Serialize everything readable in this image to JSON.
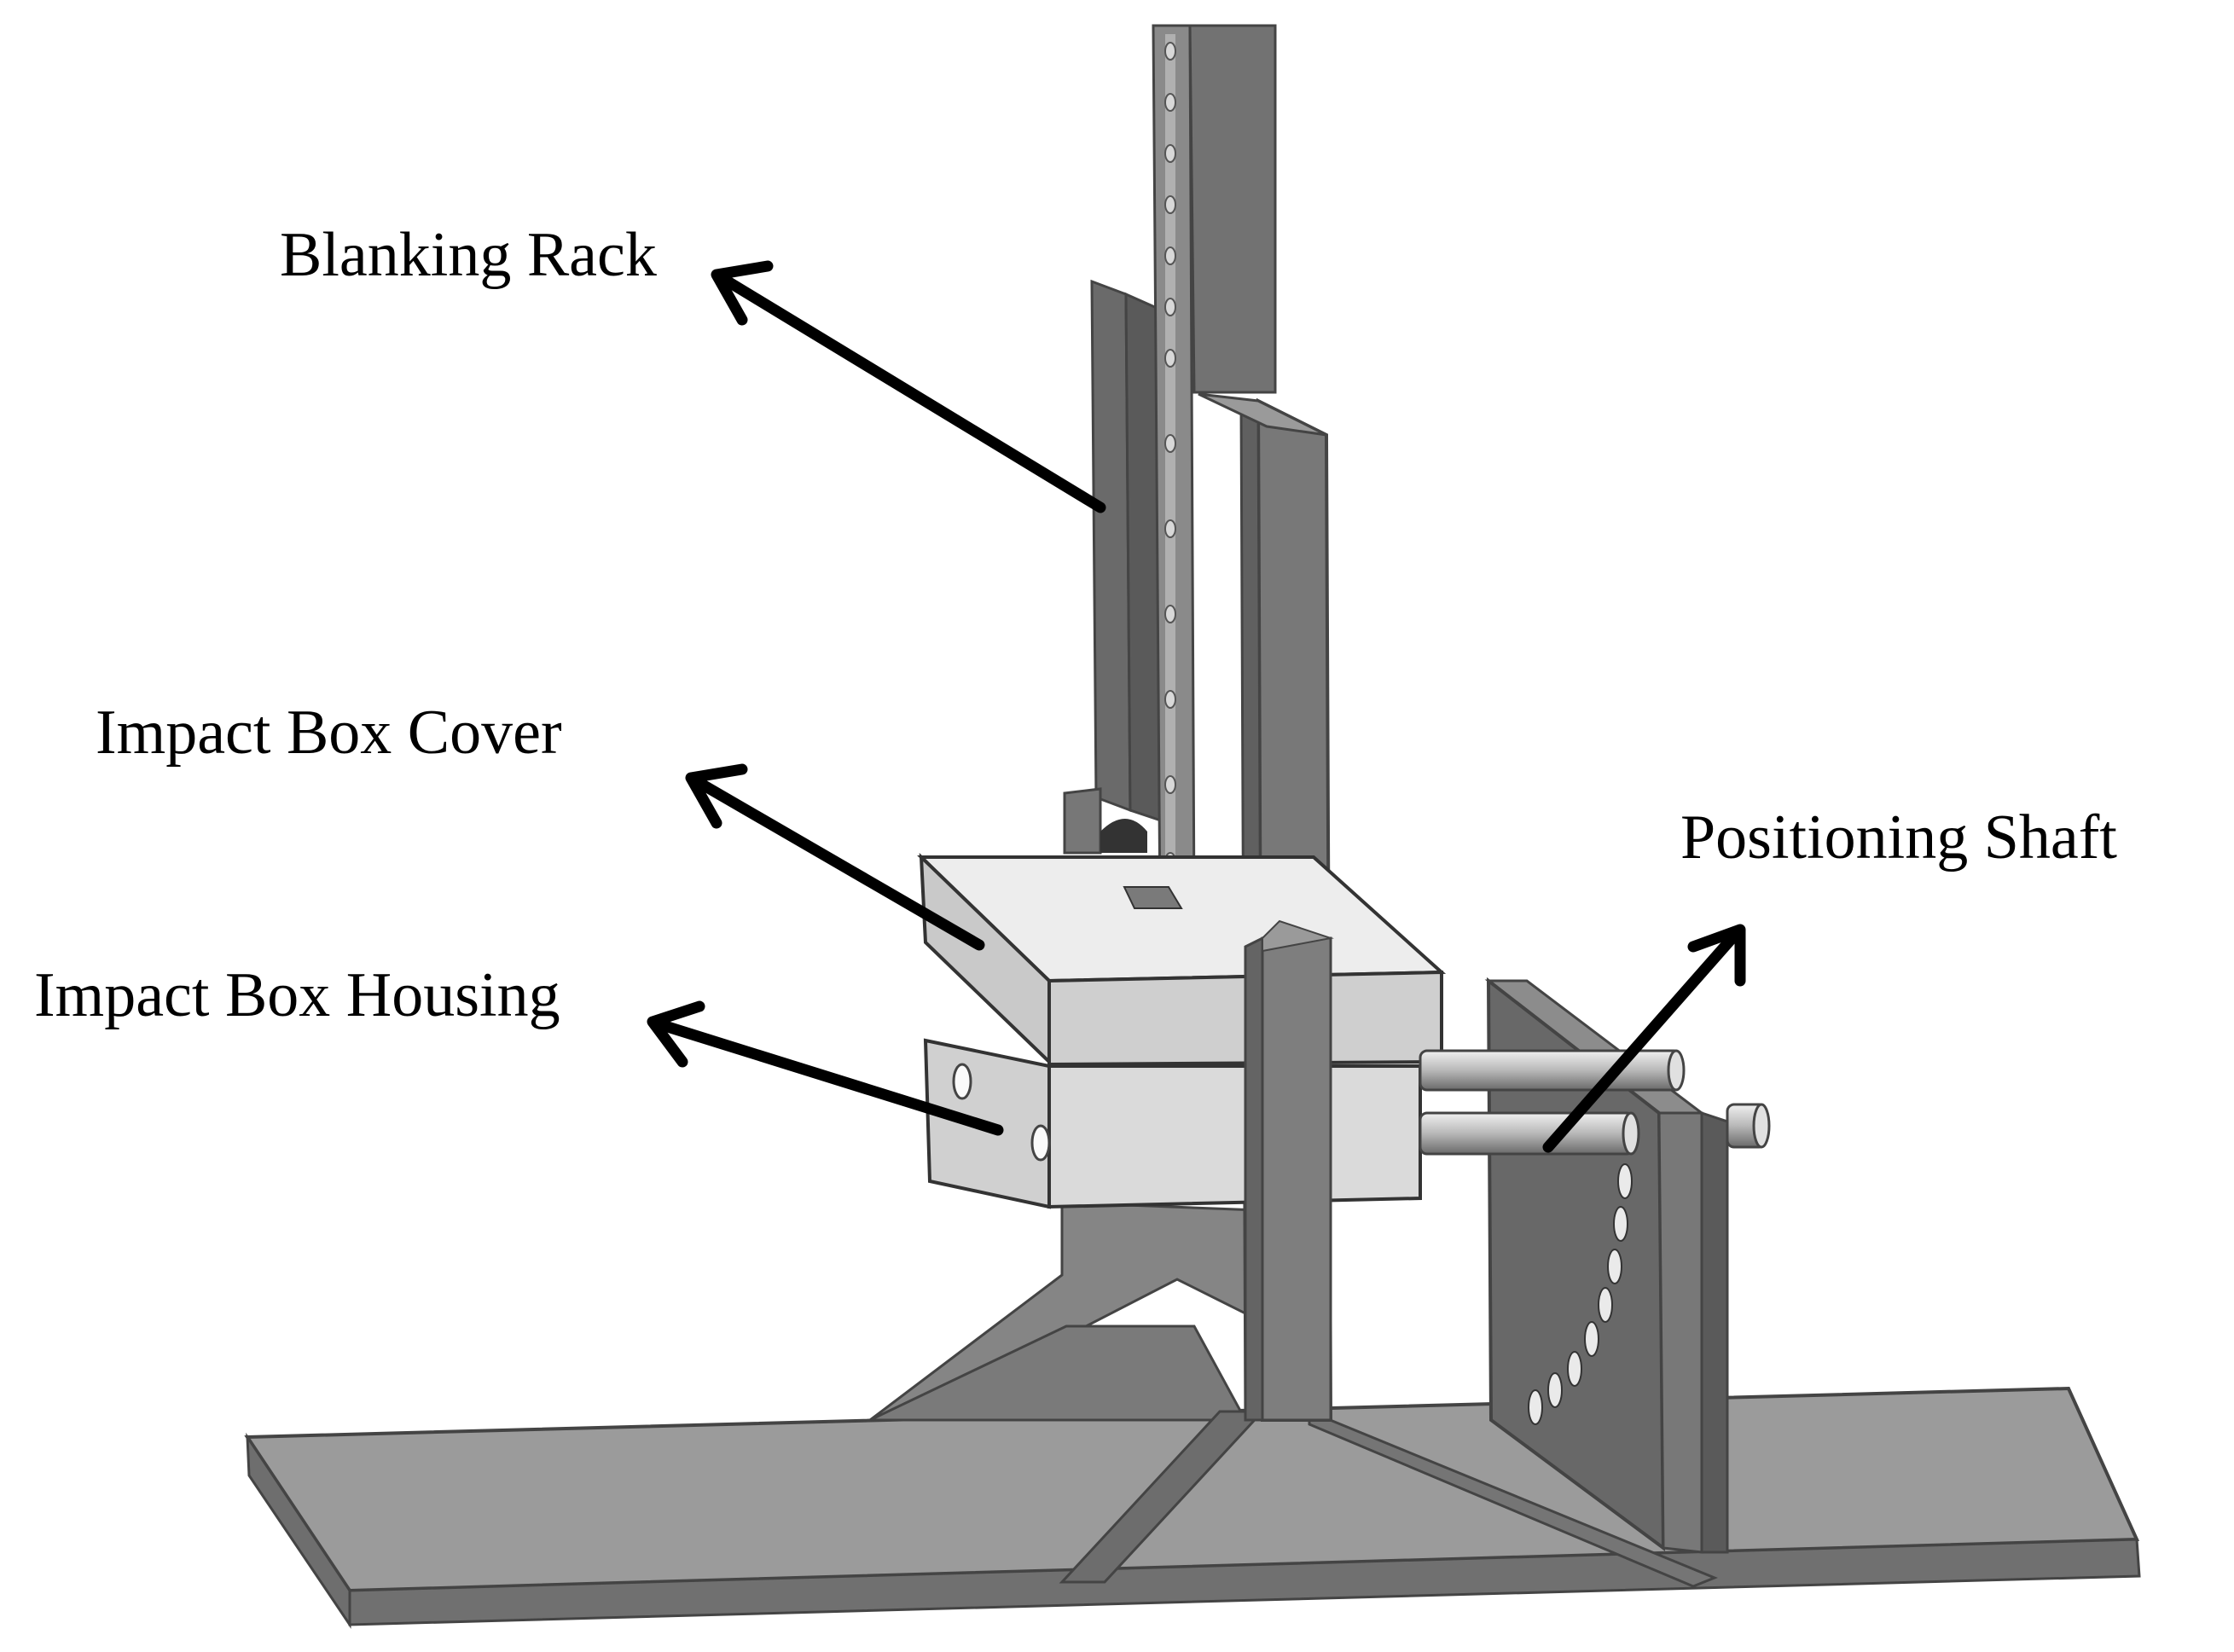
{
  "labels": {
    "blanking_rack": "Blanking Rack",
    "impact_box_cover": "Impact Box Cover",
    "impact_box_housing": "Impact Box Housing",
    "positioning_shaft": "Positioning Shaft"
  },
  "colors": {
    "background": "#ffffff",
    "arrow": "#000000",
    "metal_light": "#9a9a9a",
    "metal_mid": "#7a7a7a",
    "metal_dark": "#5a5a5a",
    "box_light": "#d6d6d6",
    "box_top": "#ebebeb"
  }
}
